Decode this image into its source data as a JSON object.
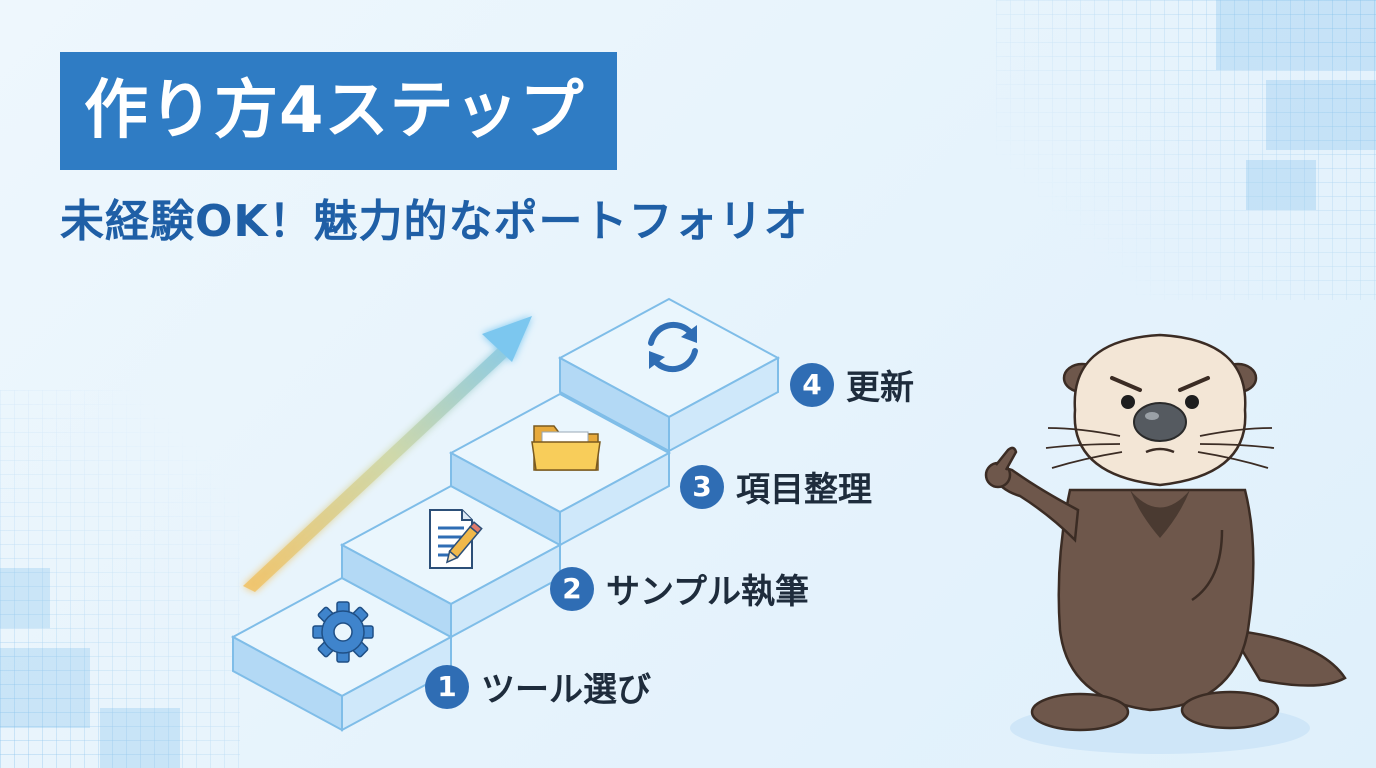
{
  "title": "作り方4ステップ",
  "subtitle": "未経験OK！魅力的なポートフォリオ",
  "steps": [
    {
      "number": "1",
      "label": "ツール選び",
      "icon": "gear-icon"
    },
    {
      "number": "2",
      "label": "サンプル執筆",
      "icon": "document-pencil-icon"
    },
    {
      "number": "3",
      "label": "項目整理",
      "icon": "folder-icon"
    },
    {
      "number": "4",
      "label": "更新",
      "icon": "refresh-icon"
    }
  ],
  "colors": {
    "title_bg": "#2f7cc4",
    "subtitle": "#1f5fa6",
    "badge": "#2f6db4",
    "step_face": "#cfe8fa",
    "otter_fur": "#6e574b",
    "otter_face": "#f3e6d6"
  }
}
